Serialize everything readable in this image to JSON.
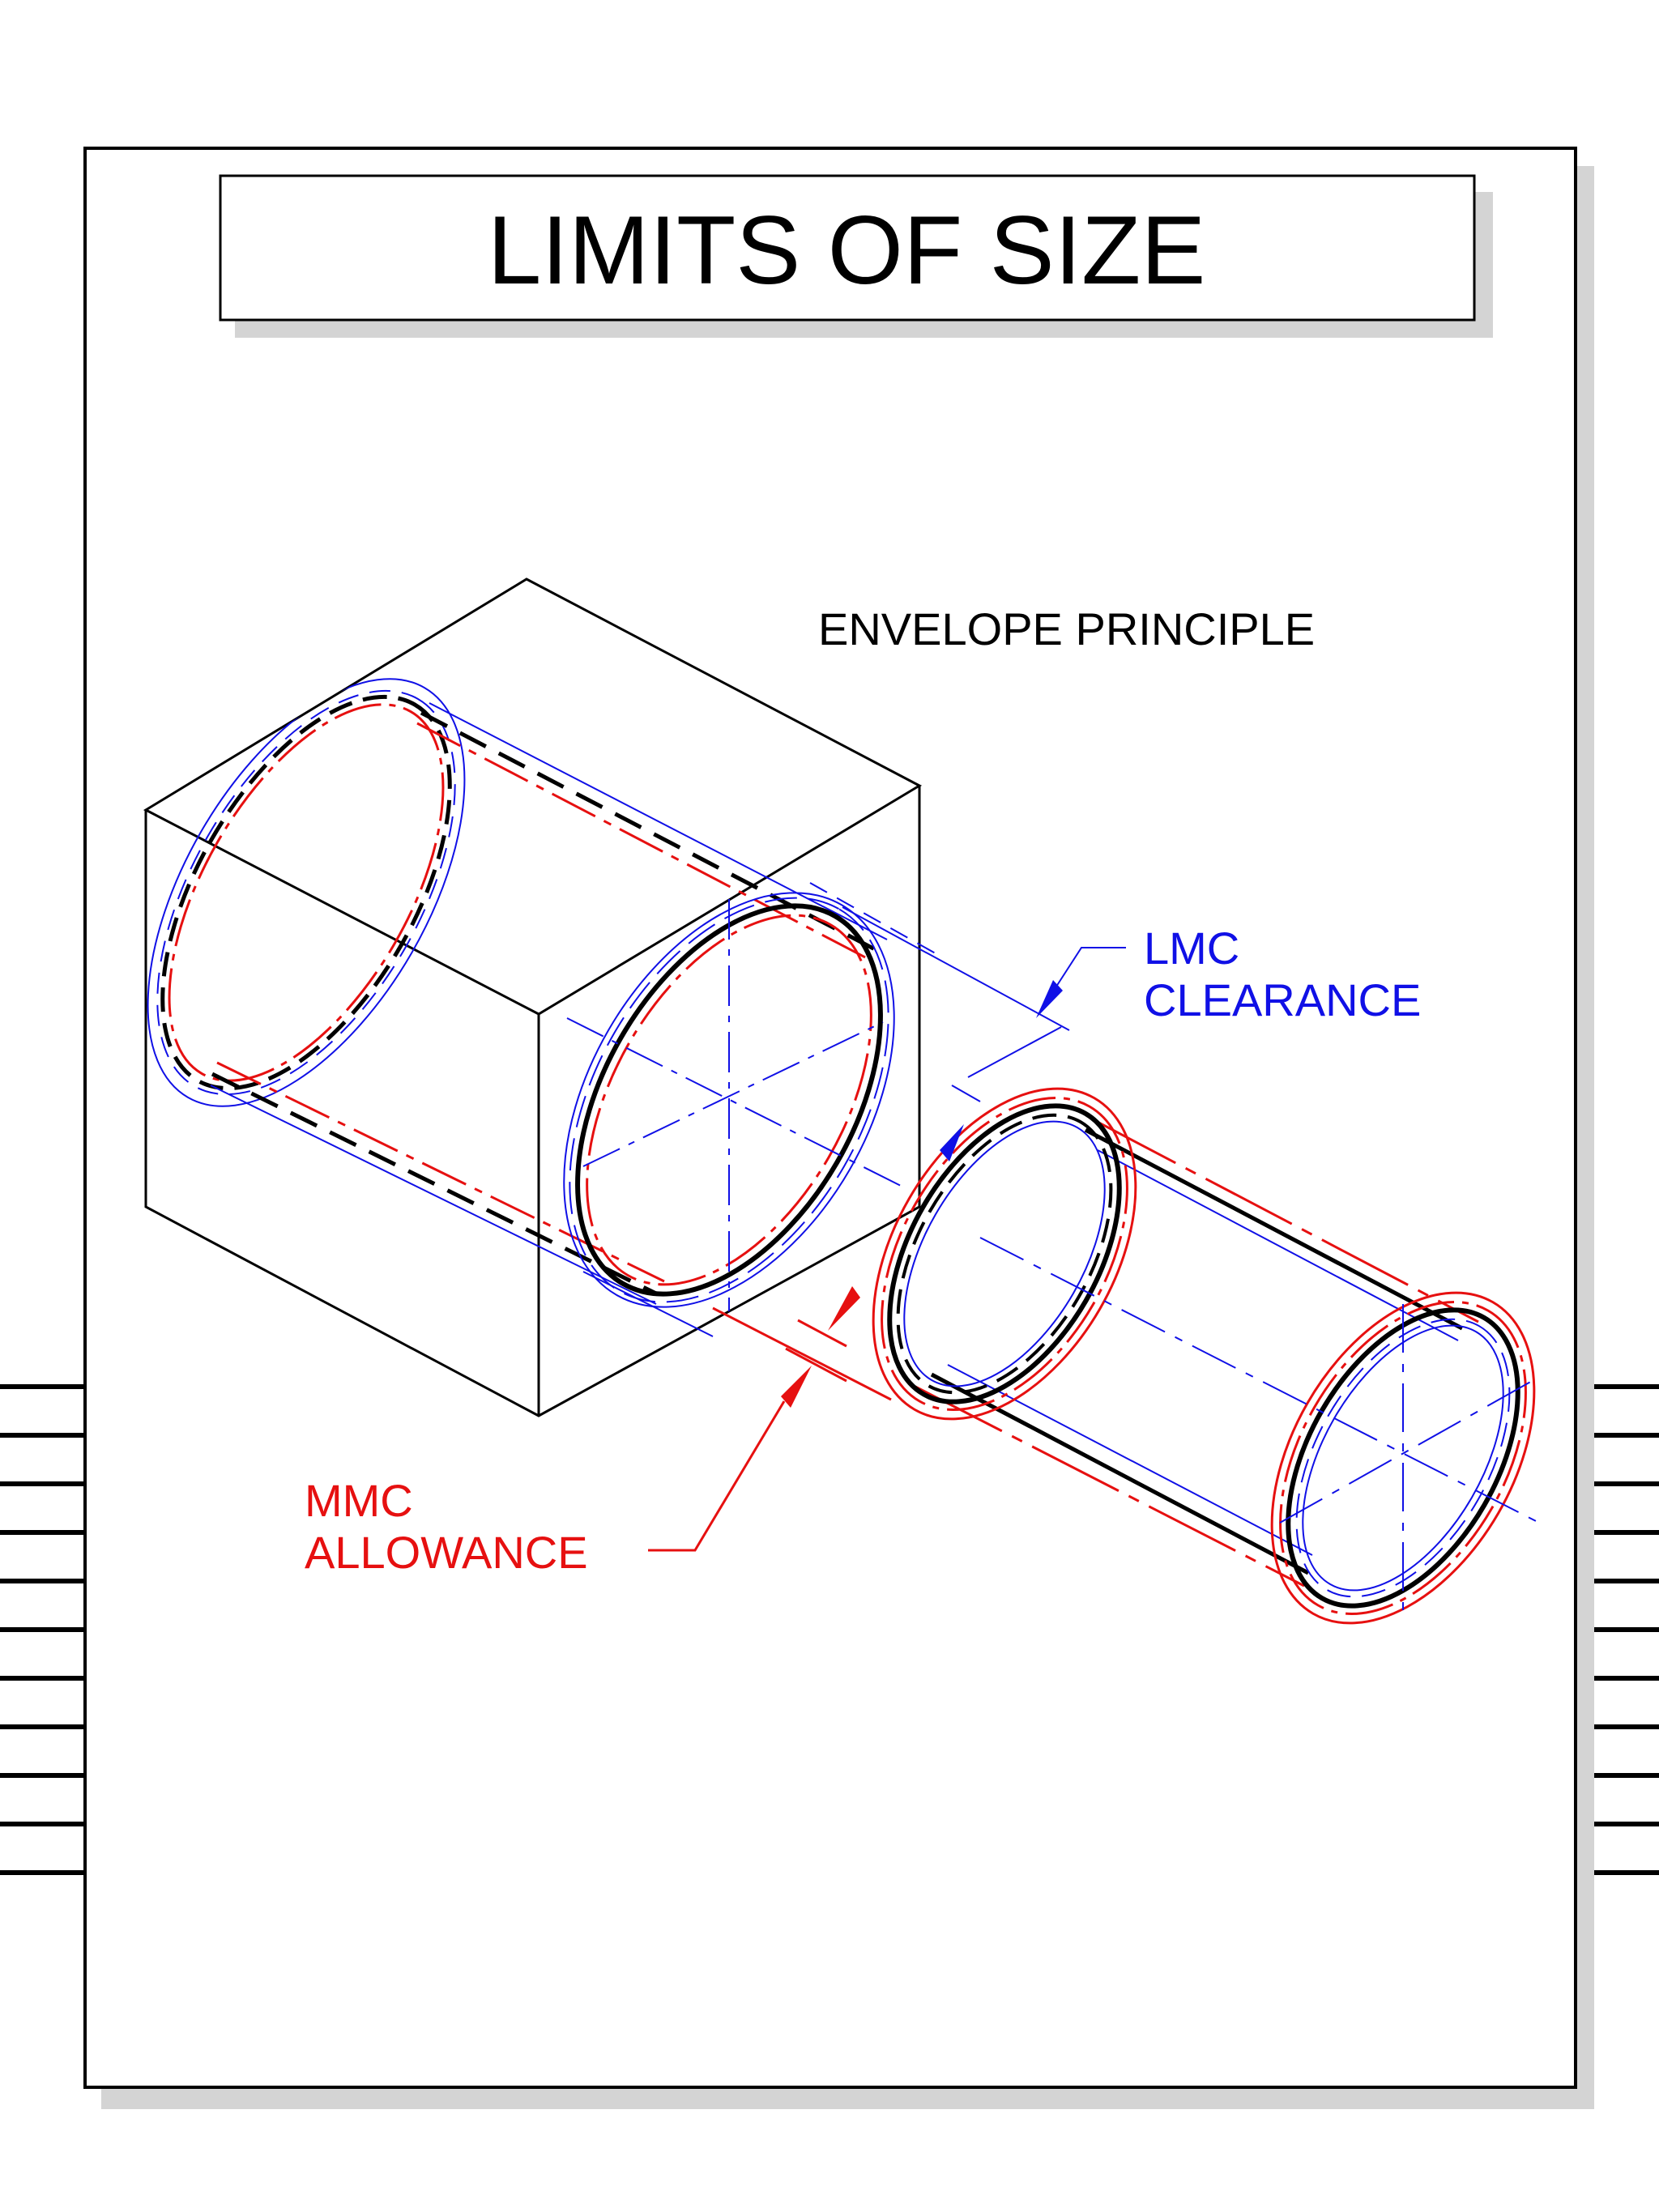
{
  "title": "LIMITS OF SIZE",
  "subtitle": "ENVELOPE PRINCIPLE",
  "callouts": {
    "lmc": {
      "line1": "LMC",
      "line2": "CLEARANCE"
    },
    "mmc": {
      "line1": "MMC",
      "line2": "ALLOWANCE"
    }
  },
  "colors": {
    "outline": "#000000",
    "lmc": "#1010e6",
    "mmc": "#e61010",
    "shadow": "#d4d4d4",
    "background": "#ffffff"
  }
}
